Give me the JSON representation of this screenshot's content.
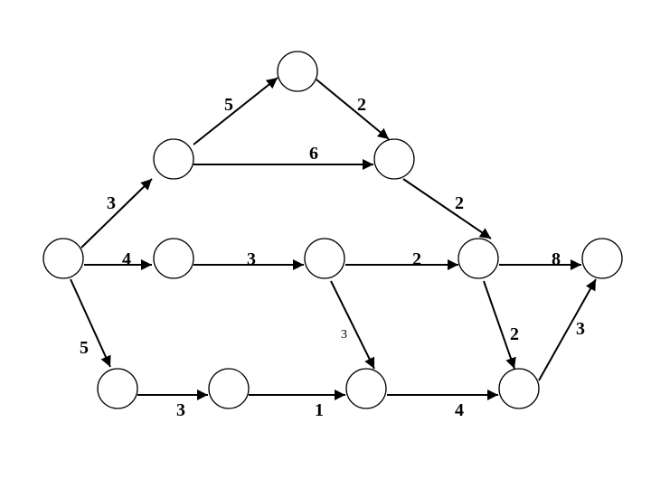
{
  "diagram": {
    "colors": {
      "stroke": "#000000",
      "node_fill": "#ffffff",
      "background": "#ffffff"
    },
    "edges": [
      {
        "from": "n1",
        "to": "n2",
        "weight": "3"
      },
      {
        "from": "n1",
        "to": "n3",
        "weight": "4"
      },
      {
        "from": "n1",
        "to": "n4",
        "weight": "5"
      },
      {
        "from": "n2",
        "to": "n5",
        "weight": "5"
      },
      {
        "from": "n2",
        "to": "n6",
        "weight": "6"
      },
      {
        "from": "n5",
        "to": "n6",
        "weight": "2"
      },
      {
        "from": "n6",
        "to": "n7",
        "weight": "2"
      },
      {
        "from": "n3",
        "to": "n8",
        "weight": "3"
      },
      {
        "from": "n8",
        "to": "n7",
        "weight": "2"
      },
      {
        "from": "n8",
        "to": "n9",
        "weight": "3"
      },
      {
        "from": "n7",
        "to": "n10",
        "weight": "8"
      },
      {
        "from": "n7",
        "to": "n11",
        "weight": "2"
      },
      {
        "from": "n4",
        "to": "n12",
        "weight": "3"
      },
      {
        "from": "n12",
        "to": "n9",
        "weight": "1"
      },
      {
        "from": "n9",
        "to": "n11",
        "weight": "4"
      },
      {
        "from": "n11",
        "to": "n10",
        "weight": "3"
      }
    ]
  }
}
